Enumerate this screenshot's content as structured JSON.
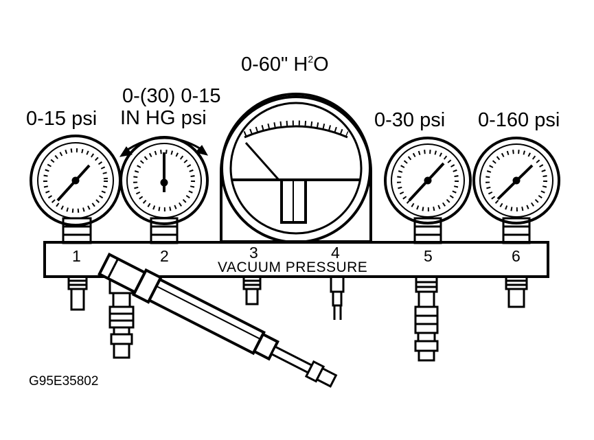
{
  "gauges": [
    {
      "label": "0-15 psi",
      "number": "1"
    },
    {
      "label_line1": "0-(30) 0-15",
      "label_line2": "IN HG psi",
      "number": "2"
    },
    {
      "label_prefix": "0-60\" H",
      "label_sup": "2",
      "label_suffix": "O",
      "number": "3"
    },
    {
      "number": "4"
    },
    {
      "label": "0-30 psi",
      "number": "5"
    },
    {
      "label": "0-160 psi",
      "number": "6"
    }
  ],
  "manifold": {
    "label": "VACUUM PRESSURE"
  },
  "figure_id": "G95E35802"
}
